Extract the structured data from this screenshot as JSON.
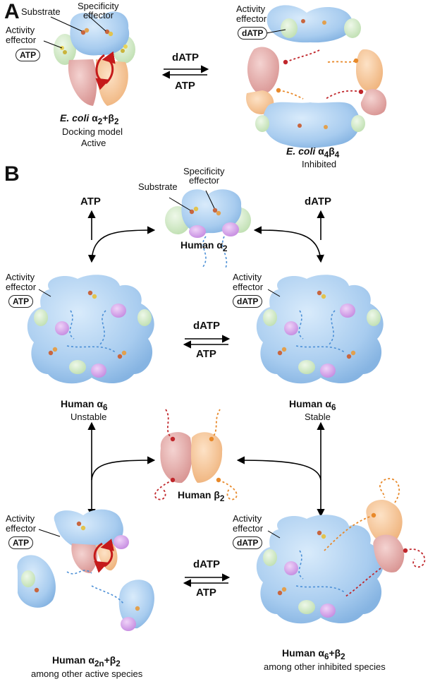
{
  "panels": {
    "a": "A",
    "b": "B"
  },
  "labels": {
    "substrate": "Substrate",
    "specificity": [
      "Specificity",
      "effector"
    ],
    "activity": [
      "Activity",
      "effector"
    ],
    "atp": "ATP",
    "datp": "dATP"
  },
  "captions": {
    "ecoli_a2b2": {
      "species": "E. coli",
      "formula": "α",
      "sub1": "2",
      "plus": "+β",
      "sub2": "2",
      "line2": "Docking model",
      "line3": "Active"
    },
    "ecoli_a4b4": {
      "species": "E. coli",
      "formula": "α",
      "sub1": "4",
      "mid": "β",
      "sub2": "4",
      "line2": "Inhibited"
    },
    "human_a2": {
      "text": "Human α",
      "sub": "2"
    },
    "human_a6_unstable": {
      "text": "Human α",
      "sub": "6",
      "line2": "Unstable"
    },
    "human_a6_stable": {
      "text": "Human α",
      "sub": "6",
      "line2": "Stable"
    },
    "human_b2": {
      "text": "Human β",
      "sub": "2"
    },
    "human_a2n_b2": {
      "text": "Human α",
      "sub1": "2n",
      "plus": "+β",
      "sub2": "2",
      "line2": "among other active species"
    },
    "human_a6_b2": {
      "text": "Human α",
      "sub1": "6",
      "plus": "+β",
      "sub2": "2",
      "line2": "among other inhibited species"
    }
  },
  "colors": {
    "alpha": "#a9cdee",
    "alpha_dark": "#7fb0e0",
    "beta_red": "#e2a8a6",
    "beta_orange": "#f6c89a",
    "green_effector": "#cfe8c4",
    "purple": "#d49bea",
    "dashed_blue": "#4b8fd6",
    "dashed_red": "#c0262b",
    "dashed_orange": "#e8892a",
    "curved_red": "#c51a1a"
  }
}
